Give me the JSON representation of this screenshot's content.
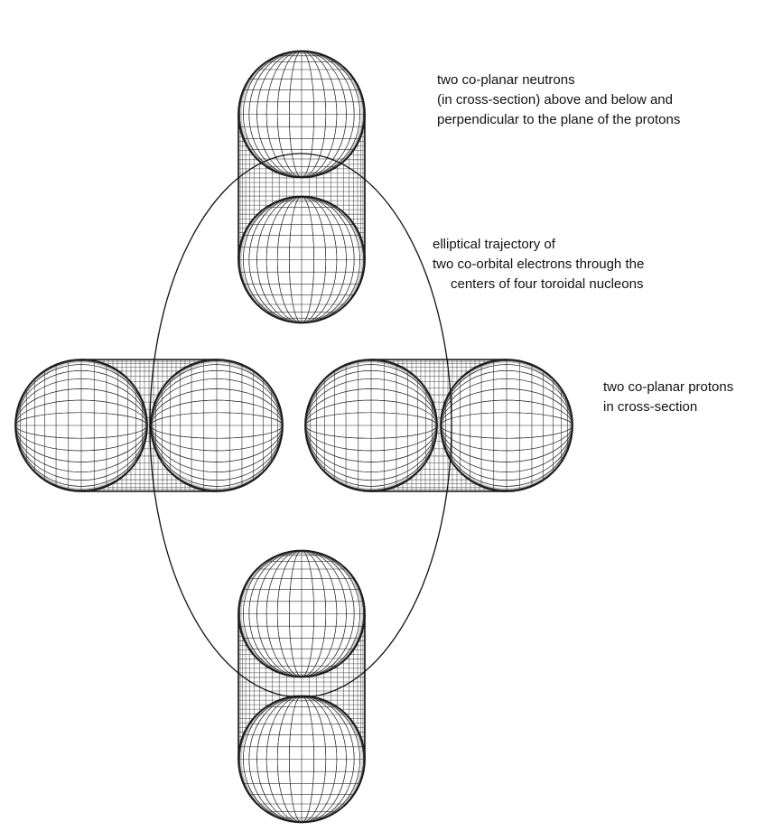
{
  "annotations": {
    "neutrons": [
      "two co-planar neutrons",
      "(in cross-section) above and below and",
      "perpendicular to the plane of the protons"
    ],
    "trajectory": [
      "elliptical trajectory of",
      "two co-orbital electrons through the",
      "centers of four toroidal nucleons"
    ],
    "protons": [
      "two co-planar protons",
      "in cross-section"
    ]
  },
  "colors": {
    "mesh_line": "#2b2b2b",
    "outline": "#1a1a1a",
    "background": "#ffffff"
  }
}
